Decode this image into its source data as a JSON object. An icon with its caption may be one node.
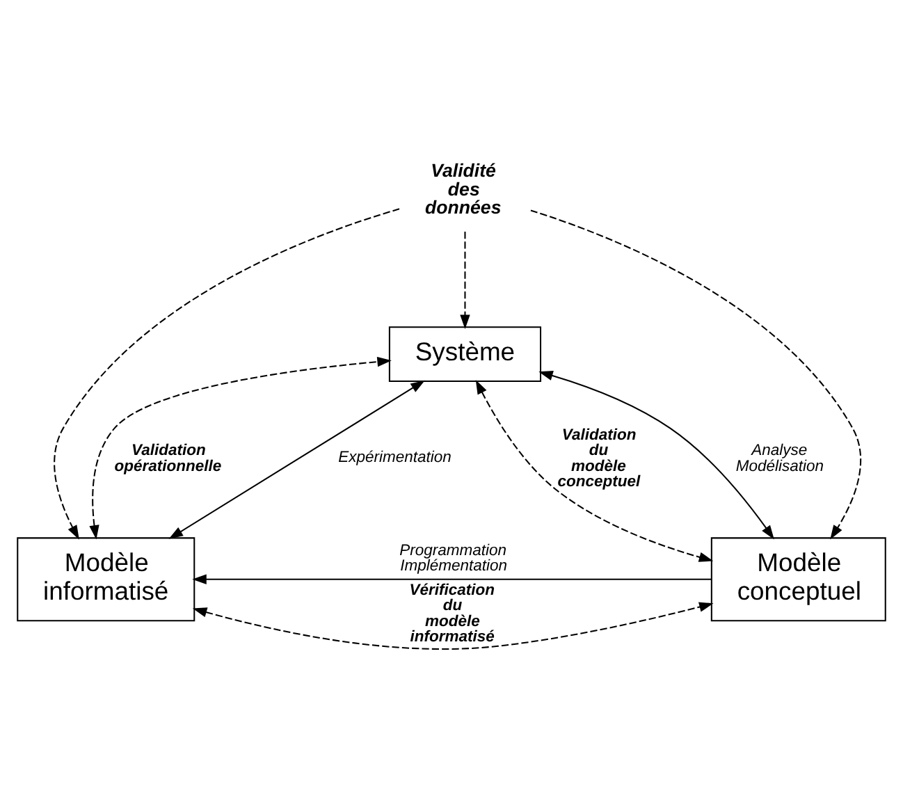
{
  "diagram": {
    "nodes": [
      {
        "text": [
          "Système"
        ]
      },
      {
        "text": [
          "Modèle informatisé"
        ]
      },
      {
        "text": [
          "Modèle conceptuel"
        ]
      },
      {
        "text": [
          "Validité des données"
        ]
      }
    ],
    "edges": [
      {
        "from": 1,
        "to": 0,
        "arrow": "both",
        "label": "Expérimentation"
      },
      {
        "from": 2,
        "to": 0,
        "arrow": "both",
        "label": "Analyse Modélisation"
      },
      {
        "from": 2,
        "to": 1,
        "arrow": "to",
        "label": "Programmation Implémentation"
      },
      {
        "from": 1,
        "to": 0,
        "arrow": "both",
        "label": "Validation opérationnelle",
        "style": "dashed"
      },
      {
        "from": 0,
        "to": 2,
        "arrow": "both",
        "label": "Validation du modèle conceptuel",
        "style": "dashed"
      },
      {
        "from": 1,
        "to": 2,
        "arrow": "both",
        "label": "Vérification du modèle informatisé",
        "style": "dashed"
      },
      {
        "from": 3,
        "to": 0,
        "arrow": "to",
        "style": "dashed"
      },
      {
        "from": 3,
        "to": 1,
        "arrow": "to",
        "style": "dashed"
      },
      {
        "from": 3,
        "to": 2,
        "arrow": "to",
        "style": "dashed"
      }
    ]
  }
}
